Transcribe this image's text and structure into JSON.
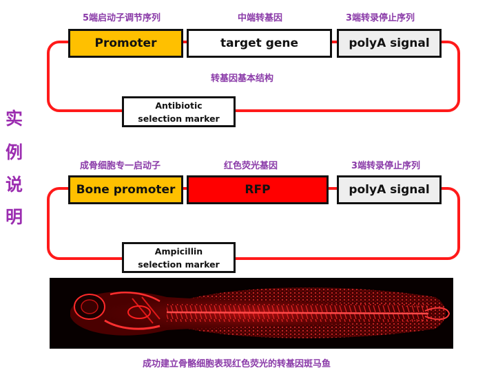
{
  "side_label": [
    "实",
    "例",
    "说",
    "明"
  ],
  "construct1": {
    "promoter_caption": "5端启动子调节序列",
    "gene_caption": "中端转基因",
    "polya_caption": "3端转录停止序列",
    "promoter": "Promoter",
    "gene": "target gene",
    "polya": "polyA signal",
    "center_caption": "转基因基本结构",
    "marker_line1": "Antibiotic",
    "marker_line2": "selection marker"
  },
  "construct2": {
    "promoter_caption": "成骨细胞专一启动子",
    "gene_caption": "红色荧光基因",
    "polya_caption": "3端转录停止序列",
    "promoter": "Bone promoter",
    "gene": "RFP",
    "polya": "polyA signal",
    "marker_line1": "Ampicillin",
    "marker_line2": "selection marker"
  },
  "colors": {
    "loop": "#ff1a1a",
    "promoter_fill": "#ffc000",
    "gene1_fill": "#ffffff",
    "rfp_fill": "#ff0000",
    "polya_fill": "#eeeeee",
    "caption": "#8a3aa8",
    "side_label": "#9b2db0"
  },
  "photo_caption": "成功建立骨骼细胞表现红色荧光的转基因斑马鱼"
}
